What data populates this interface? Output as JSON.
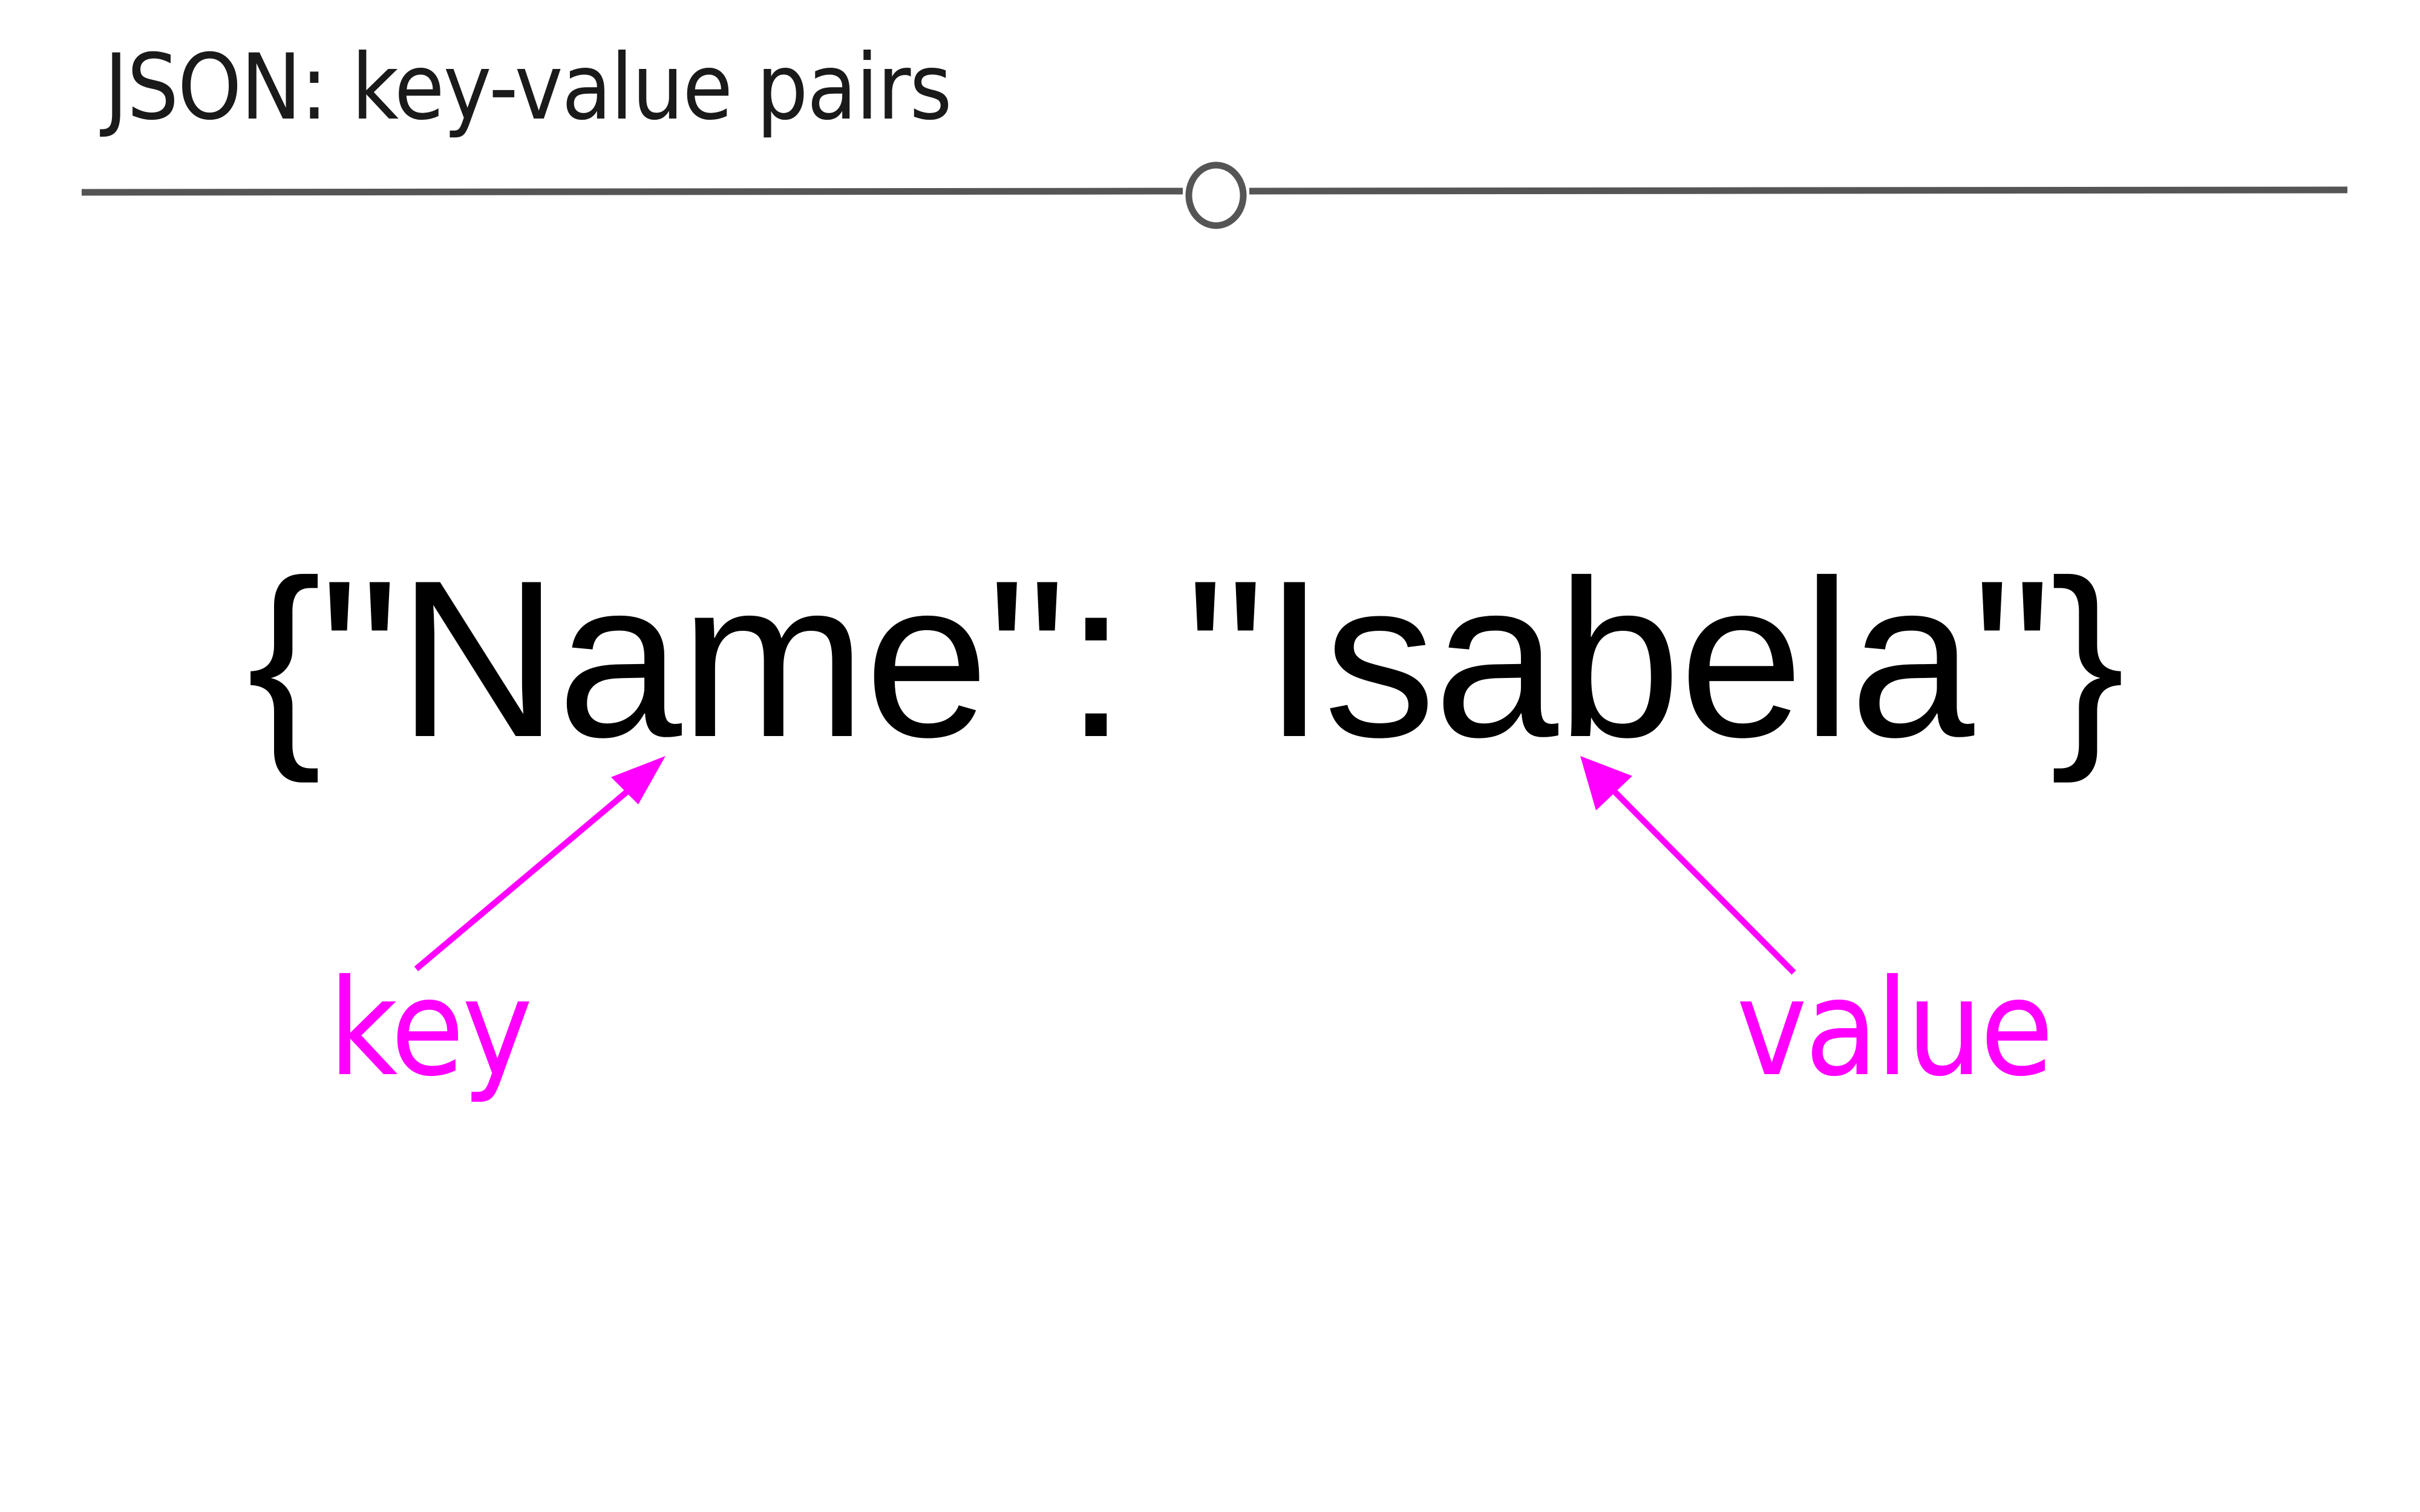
{
  "title": "JSON: key-value pairs",
  "json_example": "{\"Name\": \"Isabela\"}",
  "annotations": {
    "key_label": "key",
    "value_label": "value"
  },
  "colors": {
    "text": "#000000",
    "title": "#1a1a1a",
    "accent": "#ff00ff",
    "divider": "#555555"
  },
  "icons": {
    "divider_marker": "circle-marker-icon",
    "key_pointer": "arrow-up-right-icon",
    "value_pointer": "arrow-up-left-icon"
  }
}
